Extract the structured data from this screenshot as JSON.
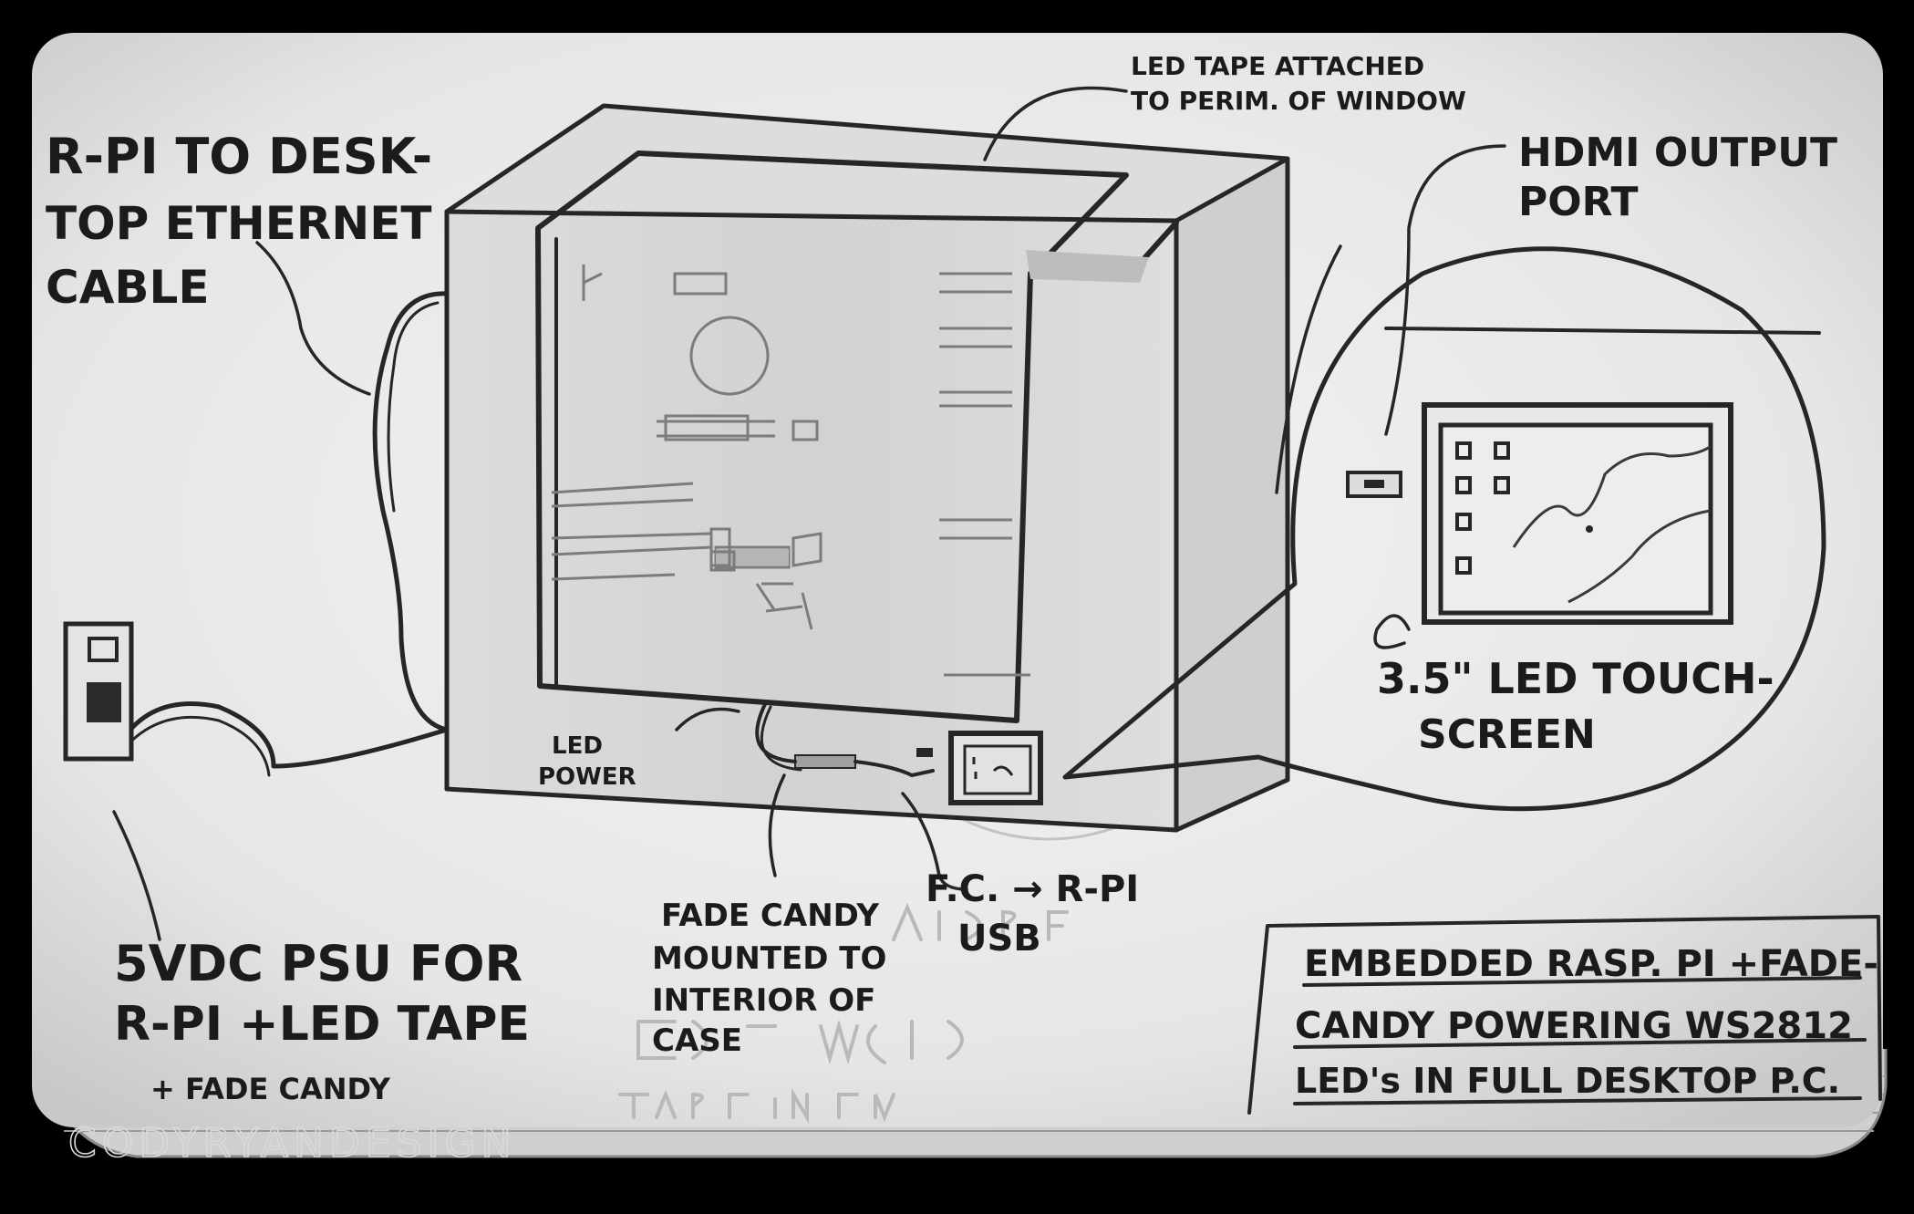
{
  "labels": {
    "ethernet": [
      "R-PI TO DESK-",
      "TOP ETHERNET",
      "CABLE"
    ],
    "led_tape": [
      "LED TAPE ATTACHED",
      "TO PERIM. OF WINDOW"
    ],
    "hdmi": [
      "HDMI OUTPUT",
      "PORT"
    ],
    "touchscreen": [
      "3.5\" LED TOUCH-",
      "SCREEN"
    ],
    "led_power": [
      "LED",
      "POWER"
    ],
    "fadecandy_mount": [
      "FADE CANDY",
      "MOUNTED TO",
      "INTERIOR OF",
      "CASE"
    ],
    "fc_usb": [
      "F.C. → R-PI",
      "USB"
    ],
    "psu": [
      "5VDC PSU FOR",
      "R-PI +LED TAPE",
      "+ FADE CANDY"
    ]
  },
  "title_box": [
    "EMBEDDED RASP. PI +FADE-",
    "CANDY POWERING WS2812",
    "LED's IN FULL DESKTOP P.C."
  ],
  "watermark": "CODYRYANDESIGN"
}
